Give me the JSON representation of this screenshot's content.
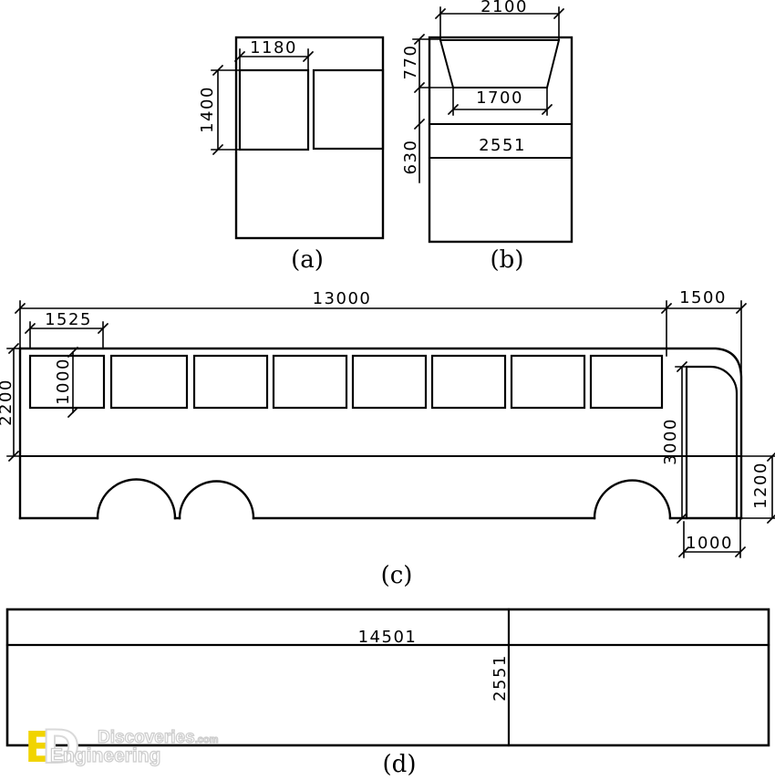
{
  "figure": {
    "panels": {
      "a": {
        "label": "(a)",
        "dim_window_width": "1180",
        "dim_window_height": "1400"
      },
      "b": {
        "label": "(b)",
        "dim_roof_width": "2100",
        "dim_windshield_height": "770",
        "dim_windshield_bottom_width": "1700",
        "dim_cowl_height": "630",
        "dim_body_width": "2551"
      },
      "c": {
        "label": "(c)",
        "dim_body_length": "13000",
        "dim_front_overhang": "1500",
        "dim_first_window_width": "1525",
        "dim_window_height": "1000",
        "dim_upper_body_height": "2200",
        "dim_door_height": "3000",
        "dim_front_skirt_height": "1200",
        "dim_door_width": "1000"
      },
      "d": {
        "label": "(d)",
        "dim_total_length": "14501",
        "dim_total_width": "2551"
      }
    },
    "watermark": {
      "letter_e": "E",
      "letter_d": "D",
      "word_top": "Discoveries",
      "word_top_suffix": ".com",
      "word_bottom": "Engineering",
      "accent_color": "#f1d400"
    }
  }
}
